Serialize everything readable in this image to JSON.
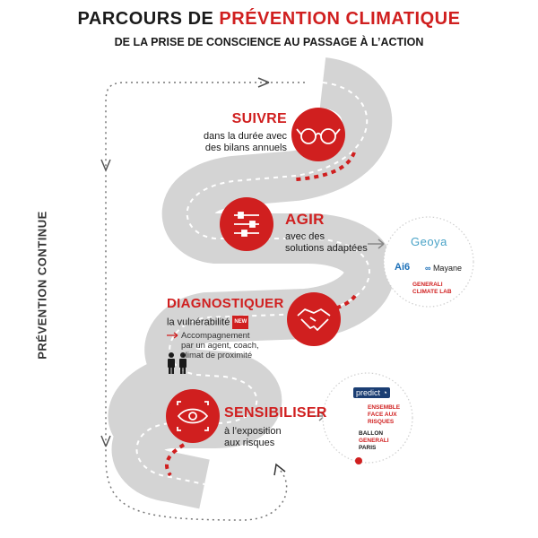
{
  "header": {
    "title_part1": "PARCOURS DE ",
    "title_part2": "PRÉVENTION CLIMATIQUE",
    "subtitle": "DE LA PRISE DE CONSCIENCE AU PASSAGE À L’ACTION"
  },
  "cycle_label": "PRÉVENTION CONTINUE",
  "steps": {
    "suivre": {
      "title": "SUIVRE",
      "desc_line1": "dans la durée avec",
      "desc_line2": "des bilans annuels",
      "icon": "glasses-icon"
    },
    "agir": {
      "title": "AGIR",
      "desc_line1": "avec des",
      "desc_line2": "solutions adaptées",
      "icon": "sliders-icon"
    },
    "diagnostiquer": {
      "title": "DIAGNOSTIQUER",
      "desc_line1": "la vulnérabilité",
      "badge": "NEW",
      "support_line1": "Accompagnement",
      "support_line2": "par un agent, coach,",
      "support_line3": "climat de proximité",
      "icon": "handshake-icon"
    },
    "sensibiliser": {
      "title": "SENSIBILISER",
      "desc_line1": "à l’exposition",
      "desc_line2": "aux risques",
      "icon": "eye-icon"
    }
  },
  "partners_action": {
    "geoya": "Geoya",
    "ai6": "Ai6",
    "mayane": "Mayane",
    "climate_lab_line1": "GENERALI",
    "climate_lab_line2": "CLIMATE LAB"
  },
  "partners_awareness": {
    "predict": "predict",
    "ensemble_line1": "ENSEMBLE",
    "ensemble_line2": "FACE AUX",
    "ensemble_line3": "RISQUES",
    "ballon_line1": "BALLON",
    "ballon_line2": "GENERALI",
    "ballon_line3": "PARIS"
  },
  "colors": {
    "accent": "#d01f1f",
    "road": "#d4d4d4",
    "text": "#1a1a1a"
  }
}
